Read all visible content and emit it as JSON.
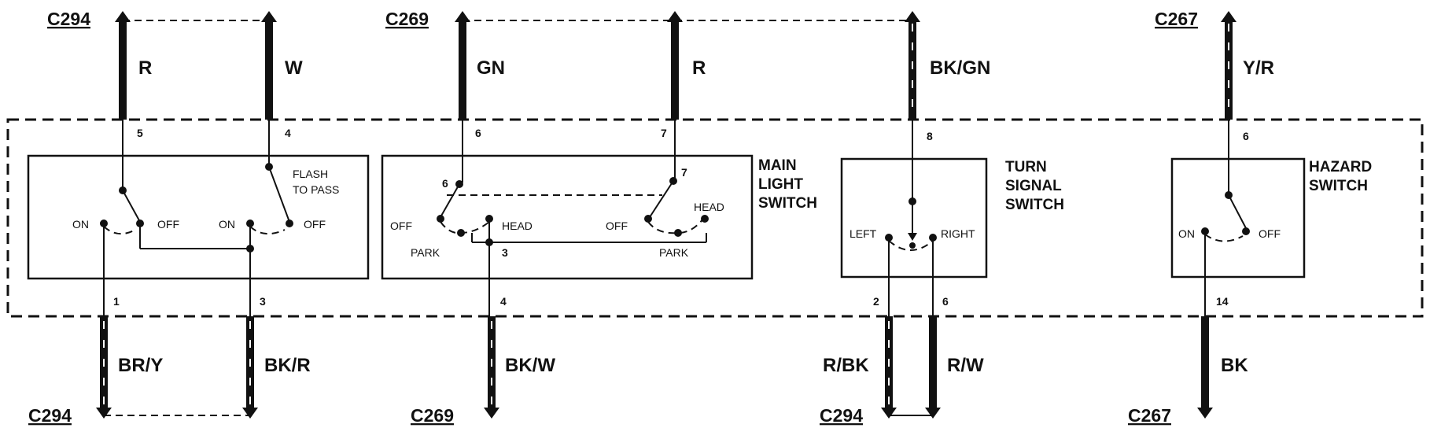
{
  "connectors": {
    "top_c294": "C294",
    "top_c269": "C269",
    "top_c267": "C267",
    "bot_c294_left": "C294",
    "bot_c269": "C269",
    "bot_c294_right": "C294",
    "bot_c267": "C267"
  },
  "wires": {
    "top_r1": "R",
    "top_w": "W",
    "top_gn": "GN",
    "top_r2": "R",
    "top_bkgn": "BK/GN",
    "top_yr": "Y/R",
    "bot_bry": "BR/Y",
    "bot_bkr": "BK/R",
    "bot_bkw": "BK/W",
    "bot_rbk": "R/BK",
    "bot_rw": "R/W",
    "bot_bk": "BK"
  },
  "pins": {
    "p5": "5",
    "p4": "4",
    "p6a": "6",
    "p7a": "7",
    "p8": "8",
    "p6b": "6",
    "p6c": "6",
    "p7b": "7",
    "p3a": "3",
    "p1": "1",
    "p3b": "3",
    "p4b": "4",
    "p2": "2",
    "p6d": "6",
    "p14": "14"
  },
  "labels": {
    "flash": "FLASH",
    "to_pass": "TO PASS",
    "on": "ON",
    "off": "OFF",
    "head": "HEAD",
    "park": "PARK",
    "left": "LEFT",
    "right": "RIGHT"
  },
  "titles": {
    "main_light_1": "MAIN",
    "main_light_2": "LIGHT",
    "main_light_3": "SWITCH",
    "turn_1": "TURN",
    "turn_2": "SIGNAL",
    "turn_3": "SWITCH",
    "hazard_1": "HAZARD",
    "hazard_2": "SWITCH"
  }
}
